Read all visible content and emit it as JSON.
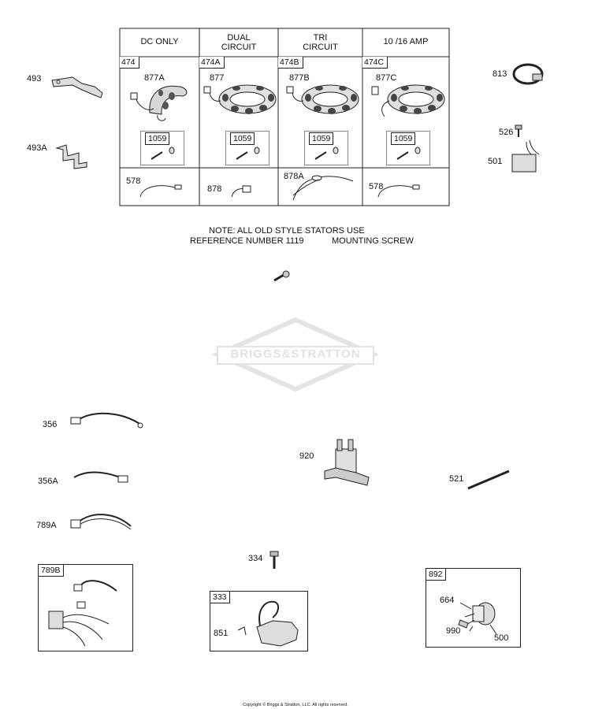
{
  "table": {
    "headers": [
      {
        "line1": "DC ONLY",
        "line2": ""
      },
      {
        "line1": "DUAL",
        "line2": "CIRCUIT"
      },
      {
        "line1": "TRI",
        "line2": "CIRCUIT"
      },
      {
        "line1": "10 /16 AMP",
        "line2": ""
      }
    ],
    "columns": [
      {
        "stator": "474",
        "wire": "877A",
        "screw": "1059",
        "lead": "578"
      },
      {
        "stator": "474A",
        "wire": "877",
        "screw": "1059",
        "lead": "878"
      },
      {
        "stator": "474B",
        "wire": "877B",
        "screw": "1059",
        "lead": "878A"
      },
      {
        "stator": "474C",
        "wire": "877C",
        "screw": "1059",
        "lead": "578"
      }
    ]
  },
  "note": {
    "line1": "NOTE: ALL OLD STYLE STATORS USE",
    "line2_ref": "REFERENCE NUMBER 1119",
    "line2_desc": "MOUNTING SCREW"
  },
  "watermark": "BRIGGS&STRATTON",
  "parts": {
    "p493": "493",
    "p493a": "493A",
    "p813": "813",
    "p526": "526",
    "p501": "501",
    "p356": "356",
    "p356a": "356A",
    "p789a": "789A",
    "p789b": "789B",
    "p920": "920",
    "p521": "521",
    "p334": "334",
    "p333": "333",
    "p851": "851",
    "p892": "892",
    "p664": "664",
    "p990": "990",
    "p500": "500"
  },
  "copyright": "Copyright © Briggs & Stratton, LLC. All rights reserved."
}
